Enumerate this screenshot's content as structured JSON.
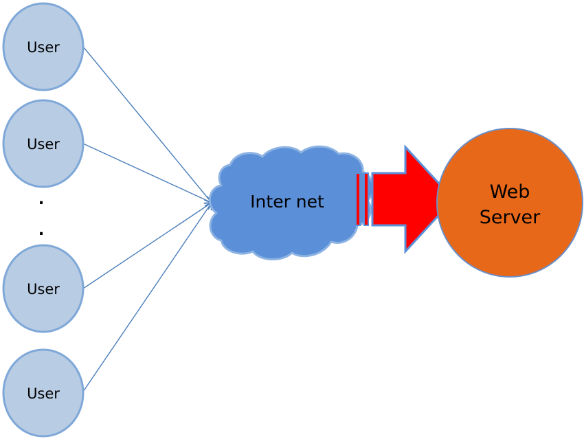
{
  "users": [
    {
      "label": "User"
    },
    {
      "label": "User"
    },
    {
      "label": "User"
    },
    {
      "label": "User"
    }
  ],
  "ellipsis": [
    ".",
    "."
  ],
  "cloud": {
    "label": "Inter net"
  },
  "server": {
    "label_line1": "Web",
    "label_line2": "Server"
  },
  "colors": {
    "user_fill": "#b8cce4",
    "user_stroke": "#7fa8d8",
    "connector": "#4a7ebb",
    "cloud_fill": "#5b8fd8",
    "cloud_stroke": "#8db3e2",
    "arrow_fill": "#ff0000",
    "arrow_stroke": "#5b8fd8",
    "server_fill": "#e8681a",
    "server_stroke": "#6a8fc8"
  }
}
